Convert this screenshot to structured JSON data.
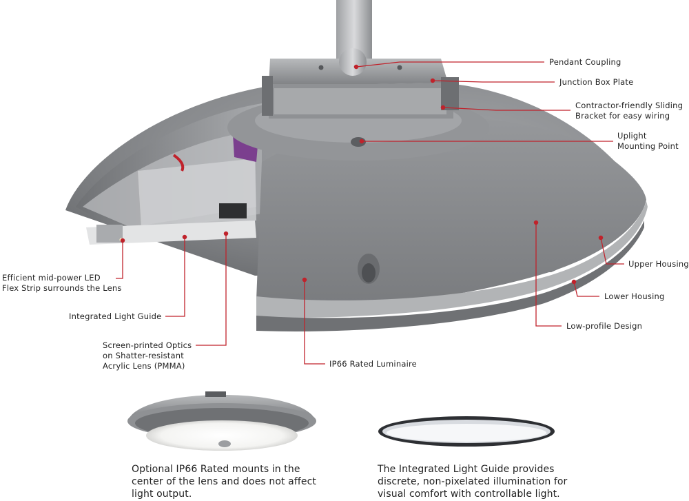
{
  "callouts": {
    "pendant_coupling": [
      "Pendant Coupling"
    ],
    "junction_box_plate": [
      "Junction Box Plate"
    ],
    "sliding_bracket": [
      "Contractor-friendly Sliding",
      "Bracket for easy wiring"
    ],
    "uplight_mounting": [
      "Uplight",
      "Mounting Point"
    ],
    "upper_housing": [
      "Upper Housing"
    ],
    "lower_housing": [
      "Lower Housing"
    ],
    "low_profile": [
      "Low-profile Design"
    ],
    "ip66_luminaire": [
      "IP66 Rated Luminaire"
    ],
    "led_strip": [
      "Efficient mid-power LED",
      "Flex Strip surrounds the Lens"
    ],
    "light_guide": [
      "Integrated Light Guide"
    ],
    "optics": [
      "Screen-printed Optics",
      "on Shatter-resistant",
      "Acrylic Lens (PMMA)"
    ]
  },
  "captions": {
    "left": [
      "Optional IP66 Rated mounts in the",
      "center of the lens and does not affect",
      "light output."
    ],
    "right": [
      "The  Integrated Light Guide provides",
      "discrete, non-pixelated illumination for",
      "visual comfort with controllable light."
    ]
  },
  "colors": {
    "leader_line": "#c0222b",
    "housing": "#8e9093",
    "housing_dark": "#5f6164",
    "bracket": "#9a9c9e"
  }
}
